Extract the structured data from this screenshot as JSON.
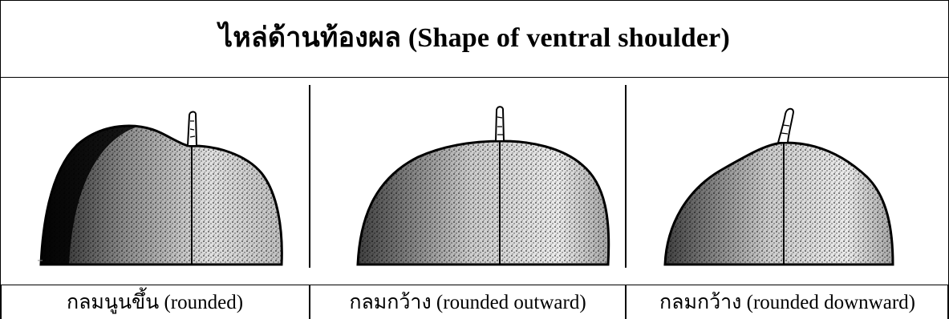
{
  "title": "ไหล่ด้านท้องผล (Shape of ventral shoulder)",
  "panels": [
    {
      "id": "rounded",
      "label": "กลมนูนขึ้น (rounded)"
    },
    {
      "id": "outward",
      "label": "กลมกว้าง (rounded outward)"
    },
    {
      "id": "downward",
      "label": "กลมกว้าง (rounded downward)"
    }
  ]
}
